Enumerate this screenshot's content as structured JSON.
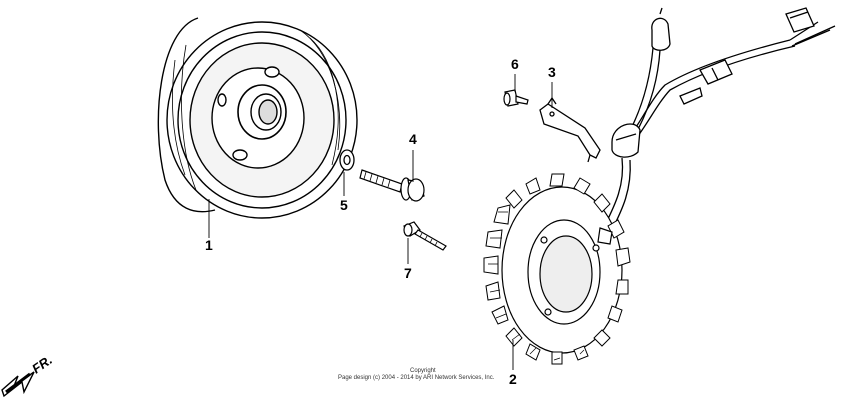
{
  "callouts": [
    {
      "id": "1",
      "label": "1"
    },
    {
      "id": "2",
      "label": "2"
    },
    {
      "id": "3",
      "label": "3"
    },
    {
      "id": "4",
      "label": "4"
    },
    {
      "id": "5",
      "label": "5"
    },
    {
      "id": "6",
      "label": "6"
    },
    {
      "id": "7",
      "label": "7"
    }
  ],
  "direction_label": "FR.",
  "footer": {
    "line1": "Copyright",
    "line2": "Page design (c) 2004 - 2014 by ARI Network Services, Inc."
  }
}
